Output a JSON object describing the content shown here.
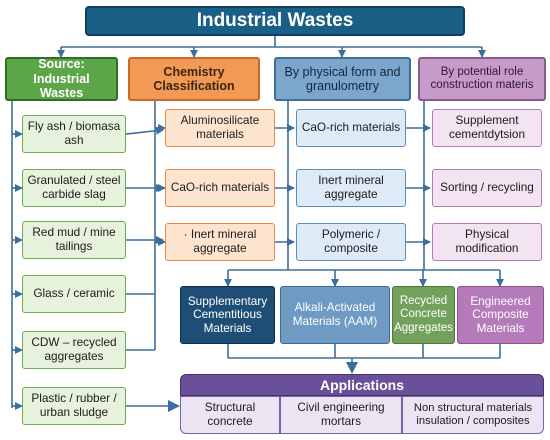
{
  "title": "Industrial Wastes",
  "headers": {
    "source": "Source: Industrial Wastes",
    "chemistry": "Chemistry Classification",
    "physical": "By physical form and granulometry",
    "role": "By potential role construction materis"
  },
  "sources": [
    "Fly ash / biomasa ash",
    "Granulated / steel carbide slag",
    "Red mud / mine tailings",
    "Glass / ceramic",
    "CDW – recycled aggregates",
    "Plastic / rubber / urban sludge"
  ],
  "chemistry": [
    "Aluminosilicate materials",
    "CaO-rich materials",
    "· Inert mineral aggregate"
  ],
  "physical": [
    "CaO-rich materials",
    "Inert mineral aggregate",
    "Polymeric / composite"
  ],
  "roles": [
    "Supplement cementdytsion",
    "Sorting / recycling",
    "Physical modification"
  ],
  "materials": [
    "Supplementary Cementitious Materials",
    "Alkali-Activated Materials (AAM)",
    "Recycled Concrete Aggregates",
    "Engineered Composite Materials"
  ],
  "applications": {
    "title": "Applications",
    "items": [
      "Structural concrete",
      "Civil engineering mortars",
      "Non structural materials insulation / composites"
    ]
  },
  "colors": {
    "title": "#1a5f86",
    "source": "#5ca548",
    "chemistry": "#f29a55",
    "physical": "#7da6cc",
    "role": "#c69ac9",
    "applications": "#6a5098",
    "line": "#3d6e99"
  }
}
